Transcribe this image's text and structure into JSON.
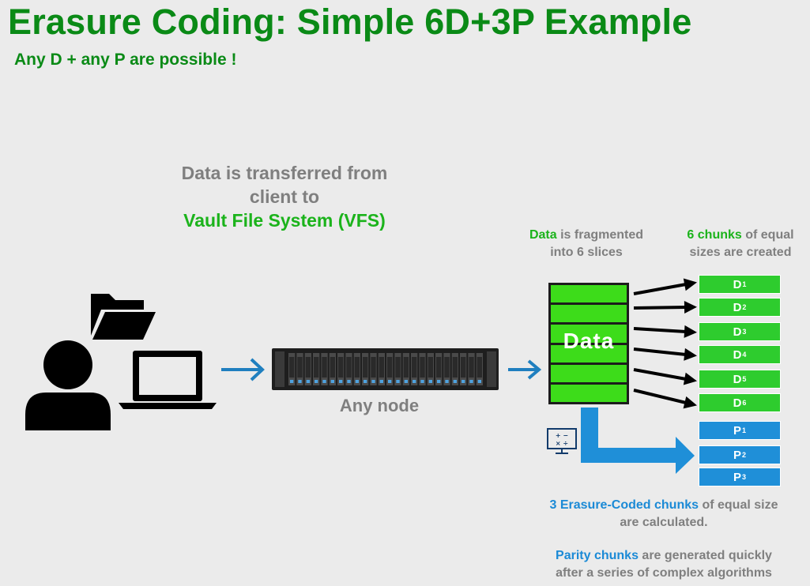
{
  "title": "Erasure Coding: Simple 6D+3P Example",
  "subtitle": "Any D + any P are possible !",
  "transfer": {
    "line1": "Data is transferred from",
    "line2": "client to",
    "line3": "Vault File System (VFS)"
  },
  "node_label": "Any node",
  "fragment_note": {
    "highlight": "Data",
    "rest_line1": " is fragmented",
    "line2": "into 6 slices"
  },
  "chunks_note": {
    "highlight": "6 chunks",
    "rest_line1": " of equal",
    "line2": "sizes are created"
  },
  "data_word": "Data",
  "data_chunks": [
    {
      "letter": "D",
      "index": "1"
    },
    {
      "letter": "D",
      "index": "2"
    },
    {
      "letter": "D",
      "index": "3"
    },
    {
      "letter": "D",
      "index": "4"
    },
    {
      "letter": "D",
      "index": "5"
    },
    {
      "letter": "D",
      "index": "6"
    }
  ],
  "parity_chunks": [
    {
      "letter": "P",
      "index": "1"
    },
    {
      "letter": "P",
      "index": "2"
    },
    {
      "letter": "P",
      "index": "3"
    }
  ],
  "ec_note": {
    "highlight": "3 Erasure-Coded chunks",
    "rest_line1": " of equal size",
    "line2": "are calculated."
  },
  "parity_note": {
    "highlight": "Parity chunks",
    "rest_line1": " are generated quickly",
    "line2": "after a series of complex algorithms"
  },
  "colors": {
    "title_green": "#0a8a16",
    "highlight_green": "#1bb31b",
    "chunk_green": "#2ecc2e",
    "parity_blue": "#1f8fd8",
    "arrow_blue": "#1f7fbf",
    "text_grey": "#7f7f7f"
  },
  "icons": [
    "user-icon",
    "folder-icon",
    "laptop-icon",
    "server-icon",
    "calculator-monitor-icon"
  ]
}
